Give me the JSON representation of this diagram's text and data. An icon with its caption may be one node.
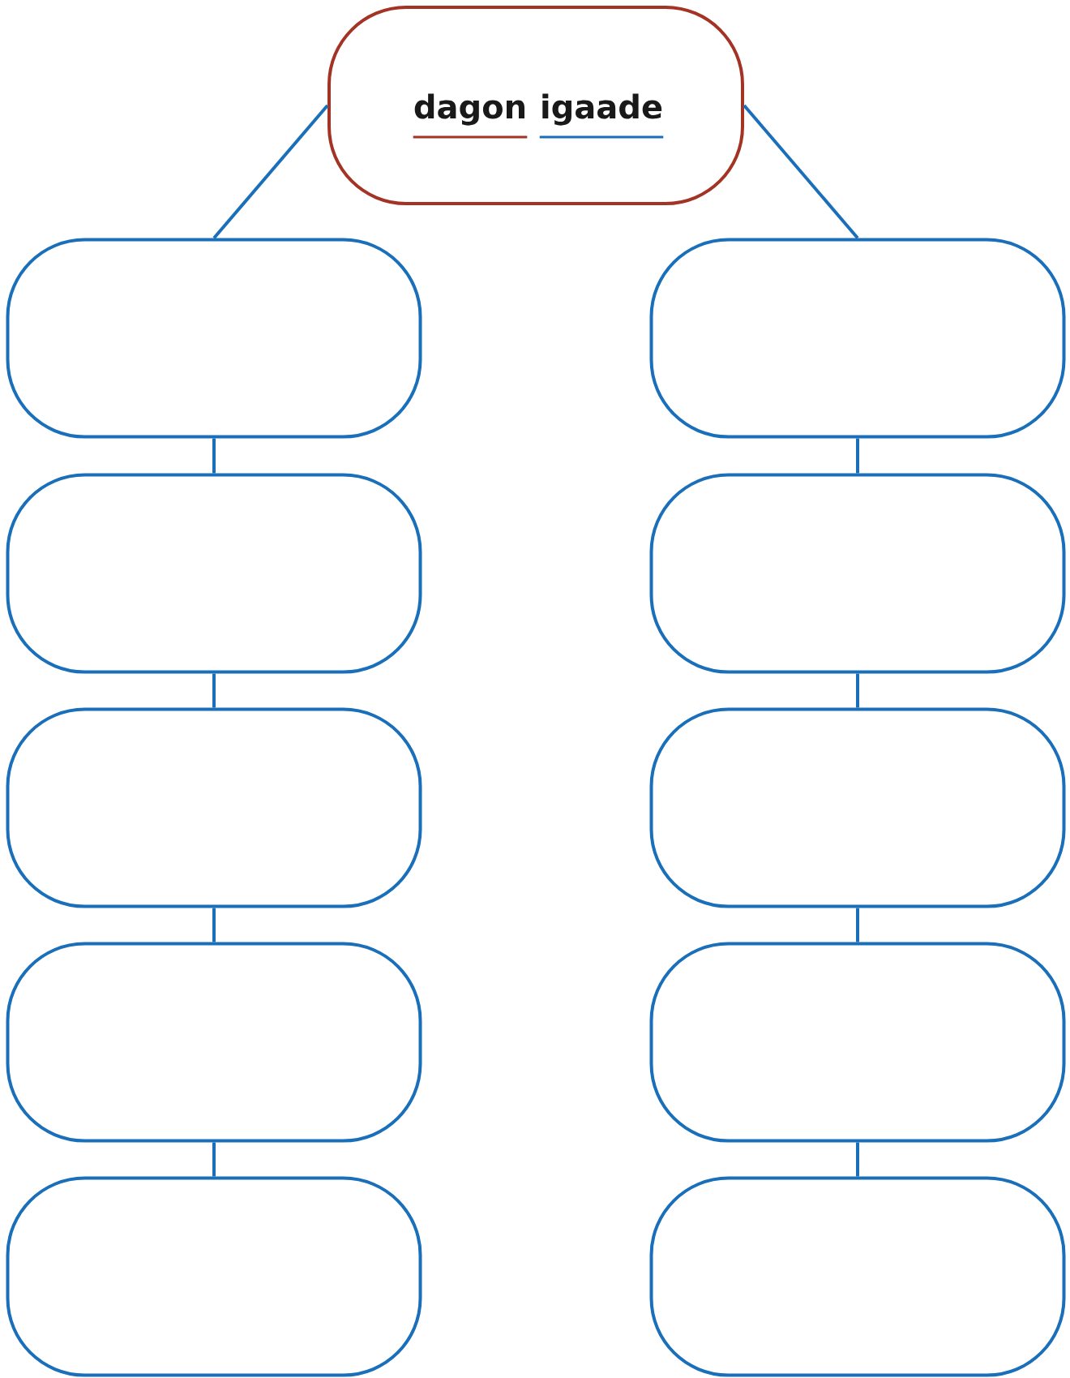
{
  "diagram": {
    "nodes": [
      {
        "text": [
          "dagon",
          "igaade"
        ]
      },
      {
        "text": [],
        "shape": "box"
      },
      {
        "text": [],
        "shape": "box"
      },
      {
        "text": [],
        "shape": "box"
      },
      {
        "text": [],
        "shape": "box"
      },
      {
        "text": [],
        "shape": "box"
      },
      {
        "text": [],
        "shape": "box"
      },
      {
        "text": [],
        "shape": "box"
      },
      {
        "text": [],
        "shape": "box"
      },
      {
        "text": [],
        "shape": "box"
      },
      {
        "text": [],
        "shape": "box"
      }
    ],
    "edges": [
      {
        "from": 0,
        "to": 1,
        "arrow": "none"
      },
      {
        "from": 0,
        "to": 6,
        "arrow": "none"
      },
      {
        "from": 1,
        "to": 2,
        "arrow": "none"
      },
      {
        "from": 2,
        "to": 3,
        "arrow": "none"
      },
      {
        "from": 3,
        "to": 4,
        "arrow": "none"
      },
      {
        "from": 4,
        "to": 5,
        "arrow": "none"
      },
      {
        "from": 6,
        "to": 7,
        "arrow": "none"
      },
      {
        "from": 7,
        "to": 8,
        "arrow": "none"
      },
      {
        "from": 8,
        "to": 9,
        "arrow": "none"
      },
      {
        "from": 9,
        "to": 10,
        "arrow": "none"
      }
    ]
  }
}
